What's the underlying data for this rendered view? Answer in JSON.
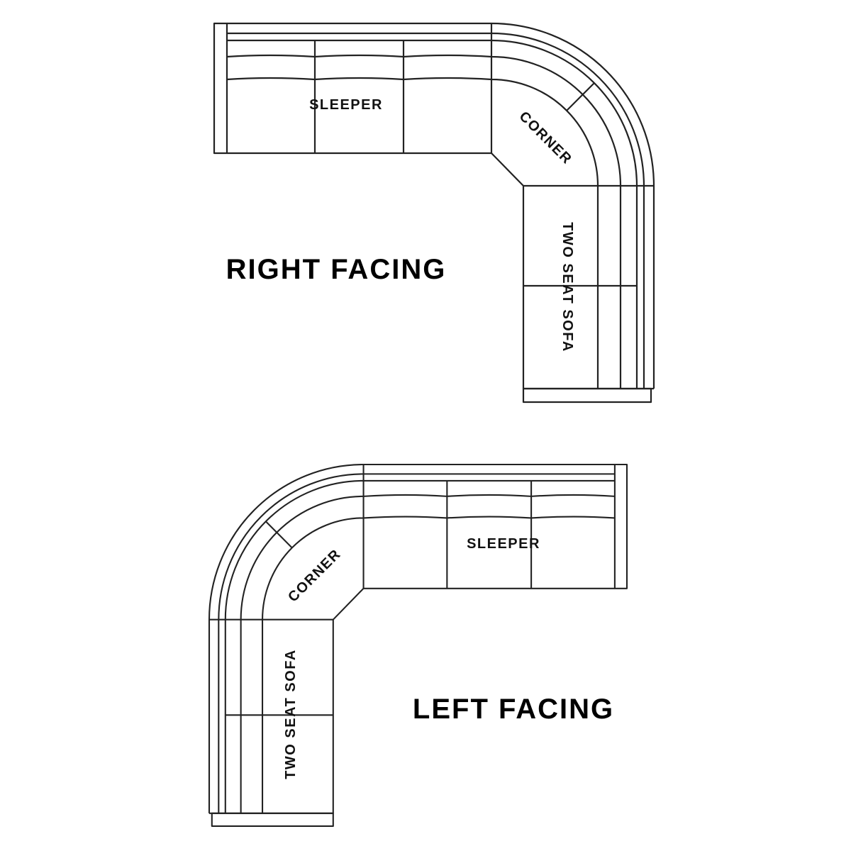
{
  "diagrams": [
    {
      "title": "RIGHT FACING",
      "labels": {
        "sleeper": "SLEEPER",
        "corner": "CORNER",
        "two_seat": "TWO SEAT SOFA"
      }
    },
    {
      "title": "LEFT FACING",
      "labels": {
        "sleeper": "SLEEPER",
        "corner": "CORNER",
        "two_seat": "TWO SEAT SOFA"
      }
    }
  ],
  "colors": {
    "line": "#222222",
    "text": "#111111",
    "background": "#ffffff"
  }
}
